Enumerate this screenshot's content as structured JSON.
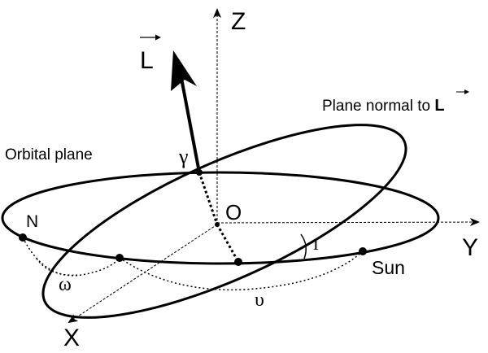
{
  "labels": {
    "z_axis": "Z",
    "y_axis": "Y",
    "x_axis": "X",
    "origin": "O",
    "angular_momentum": "L",
    "plane_normal_prefix": "Plane normal to ",
    "plane_normal_vector": "L",
    "orbital_plane": "Orbital plane",
    "node": "N",
    "sun": "Sun",
    "gamma": "γ",
    "omega": "ω",
    "upsilon": "υ",
    "inclination": "ı"
  }
}
